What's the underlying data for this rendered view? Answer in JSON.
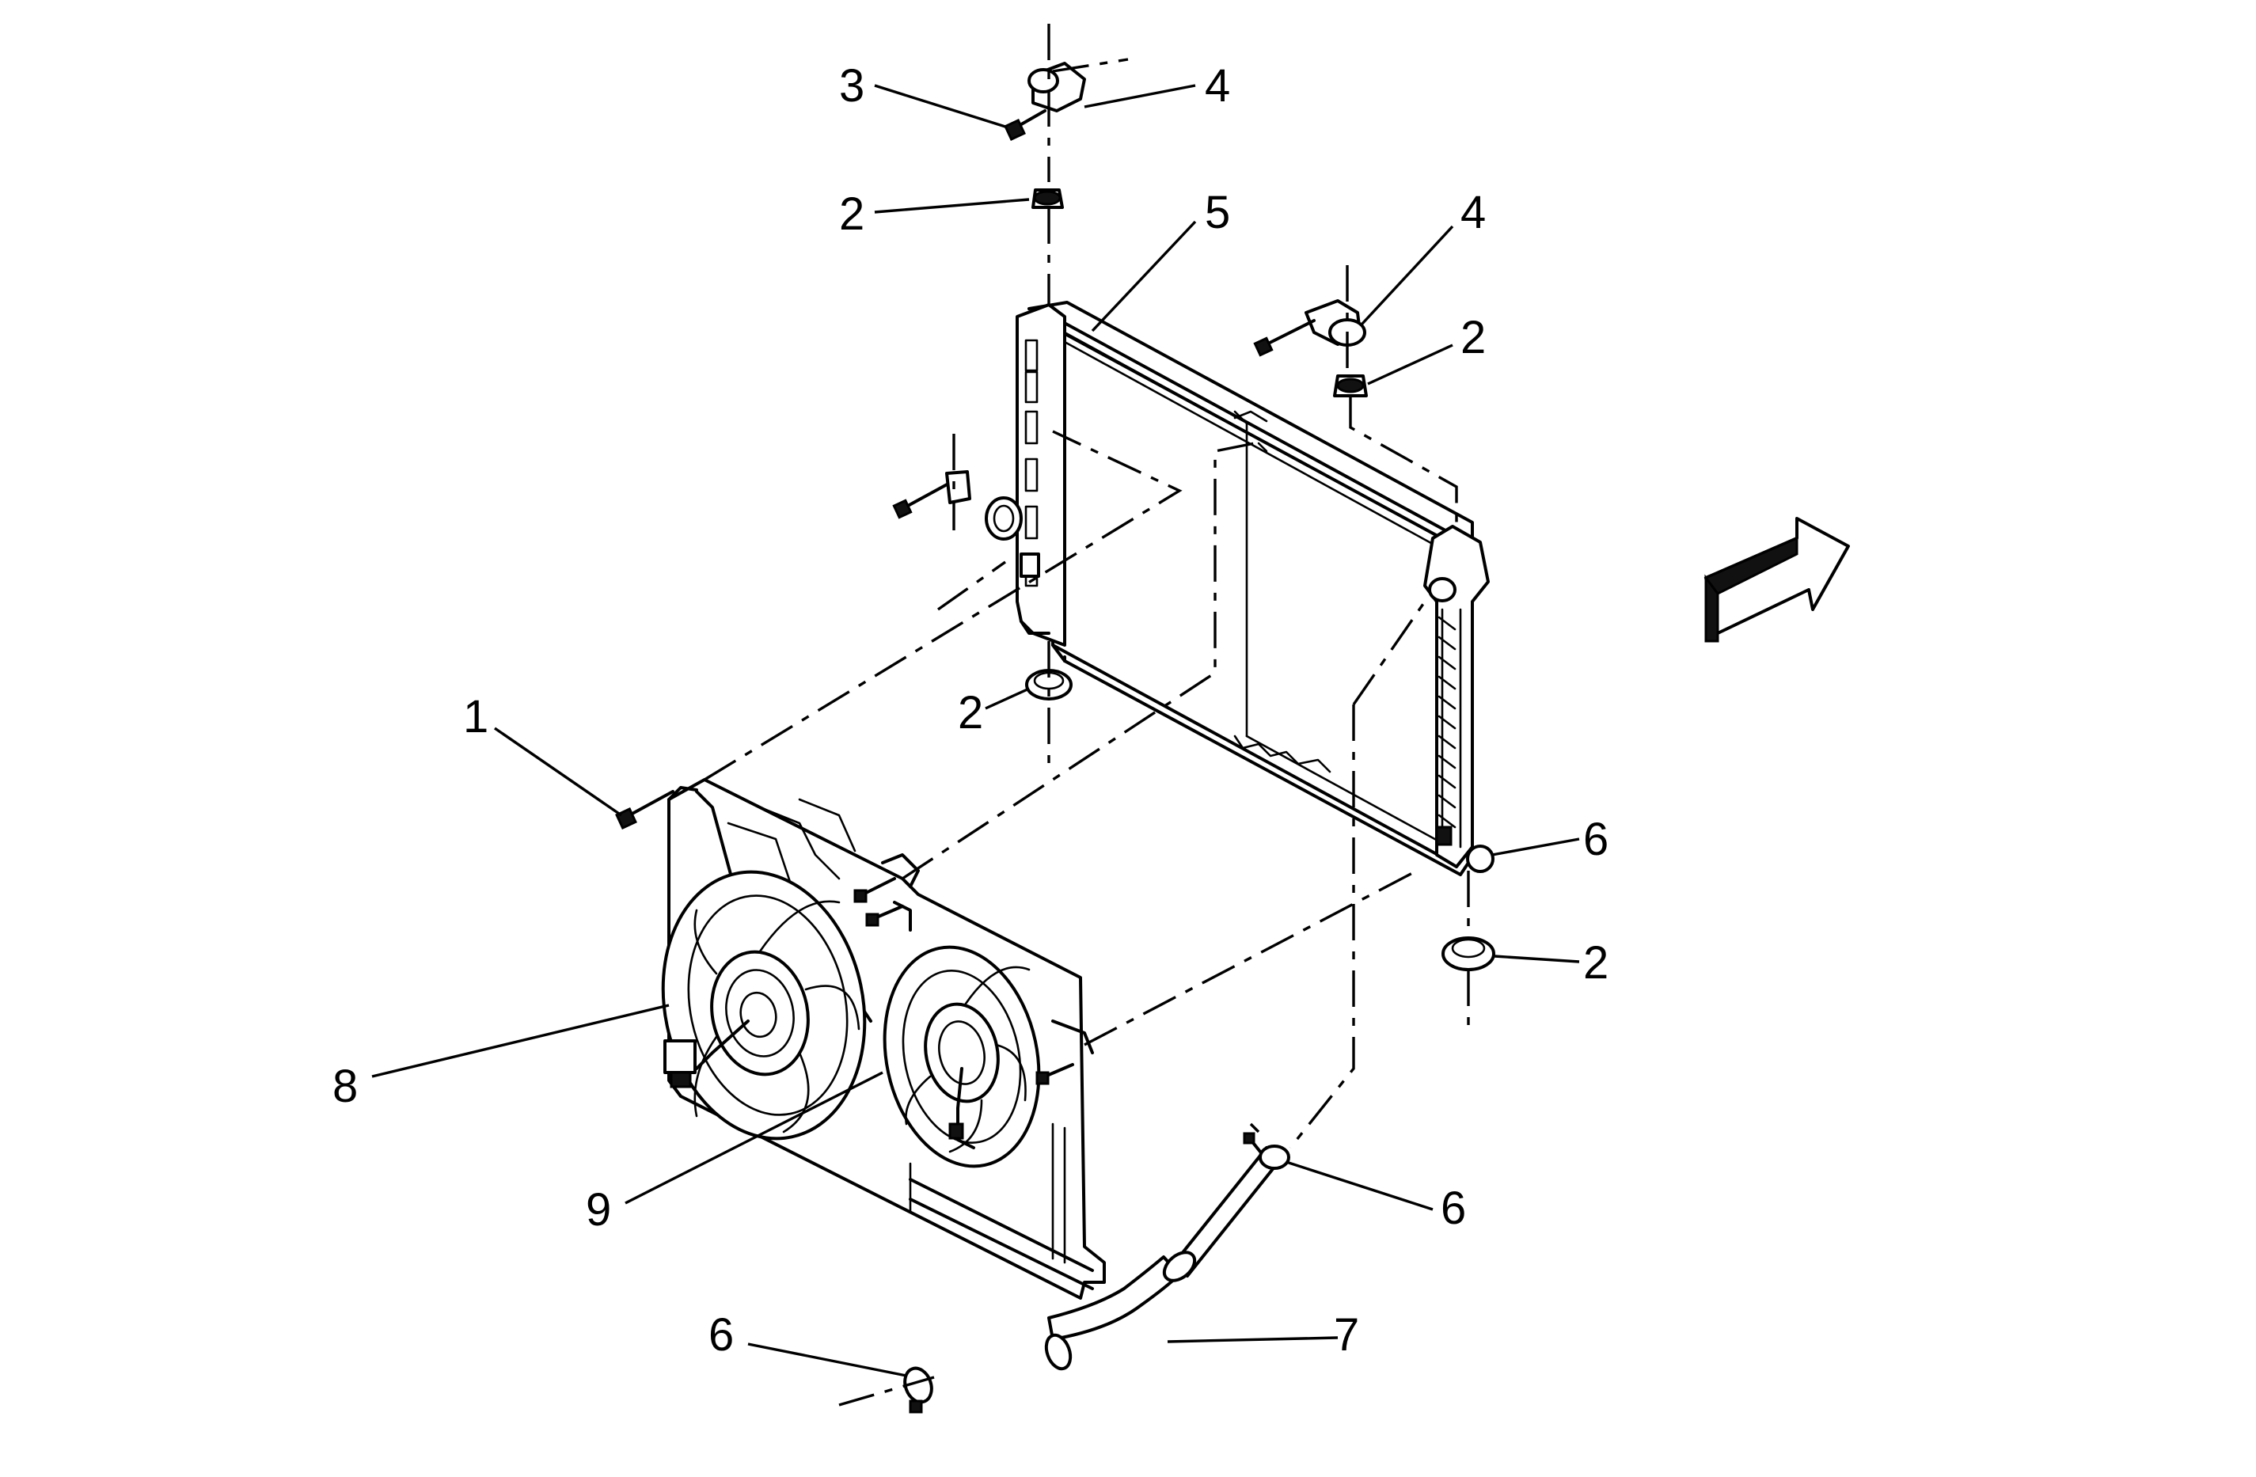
{
  "callouts": [
    {
      "id": "c1",
      "text": "1"
    },
    {
      "id": "c2a",
      "text": "2"
    },
    {
      "id": "c2b",
      "text": "2"
    },
    {
      "id": "c2c",
      "text": "2"
    },
    {
      "id": "c2d",
      "text": "2"
    },
    {
      "id": "c3",
      "text": "3"
    },
    {
      "id": "c4a",
      "text": "4"
    },
    {
      "id": "c4b",
      "text": "4"
    },
    {
      "id": "c5",
      "text": "5"
    },
    {
      "id": "c6a",
      "text": "6"
    },
    {
      "id": "c6b",
      "text": "6"
    },
    {
      "id": "c6c",
      "text": "6"
    },
    {
      "id": "c7",
      "text": "7"
    },
    {
      "id": "c8",
      "text": "8"
    },
    {
      "id": "c9",
      "text": "9"
    }
  ]
}
